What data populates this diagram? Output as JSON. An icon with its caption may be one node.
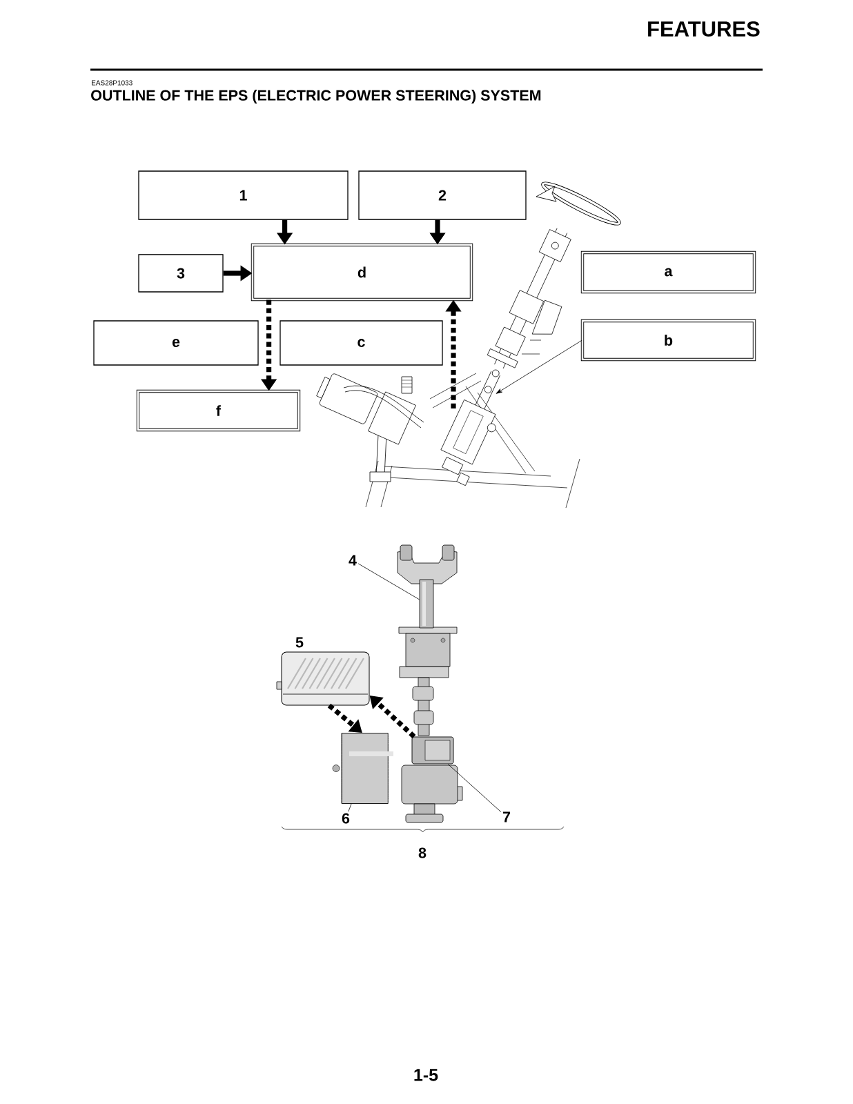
{
  "diagram": {
    "title": "OUTLINE OF THE EPS (ELECTRIC POWER STEERING) SYSTEM",
    "nodes": [
      {
        "text": [
          "1"
        ]
      },
      {
        "text": [
          "2"
        ]
      },
      {
        "text": [
          "3"
        ]
      },
      {
        "text": [
          "d"
        ]
      },
      {
        "text": [
          "a"
        ]
      },
      {
        "text": [
          "e"
        ]
      },
      {
        "text": [
          "c"
        ]
      },
      {
        "text": [
          "b"
        ]
      },
      {
        "text": [
          "f"
        ]
      },
      {
        "text": [
          "4"
        ]
      },
      {
        "text": [],
        "shape": "picture"
      },
      {
        "text": [],
        "shape": "picture",
        "beside": [
          "5"
        ]
      },
      {
        "text": [],
        "shape": "picture"
      },
      {
        "text": [],
        "shape": "picture"
      },
      {
        "text": [
          "6"
        ]
      },
      {
        "text": [
          "7"
        ]
      }
    ],
    "edges": [
      {
        "from": 0,
        "to": 3,
        "arrow": "to"
      },
      {
        "from": 1,
        "to": 3,
        "arrow": "to"
      },
      {
        "from": 2,
        "to": 3,
        "arrow": "to"
      },
      {
        "from": 3,
        "to": 8,
        "arrow": "to",
        "style": "dashed"
      },
      {
        "from": null,
        "to": 3,
        "arrow": "to",
        "style": "dashed"
      },
      {
        "from": 7,
        "to": null,
        "arrow": "to"
      },
      {
        "from": 9,
        "to": 10,
        "arrow": "none"
      },
      {
        "from": 12,
        "to": 11,
        "arrow": "to",
        "style": "dashed"
      },
      {
        "from": 11,
        "to": 13,
        "arrow": "to",
        "style": "dashed"
      },
      {
        "from": 14,
        "to": 13,
        "arrow": "none"
      },
      {
        "from": 15,
        "to": 12,
        "arrow": "none"
      }
    ],
    "labels": [
      "FEATURES",
      "EAS28P1033",
      "8",
      "1-5"
    ]
  }
}
